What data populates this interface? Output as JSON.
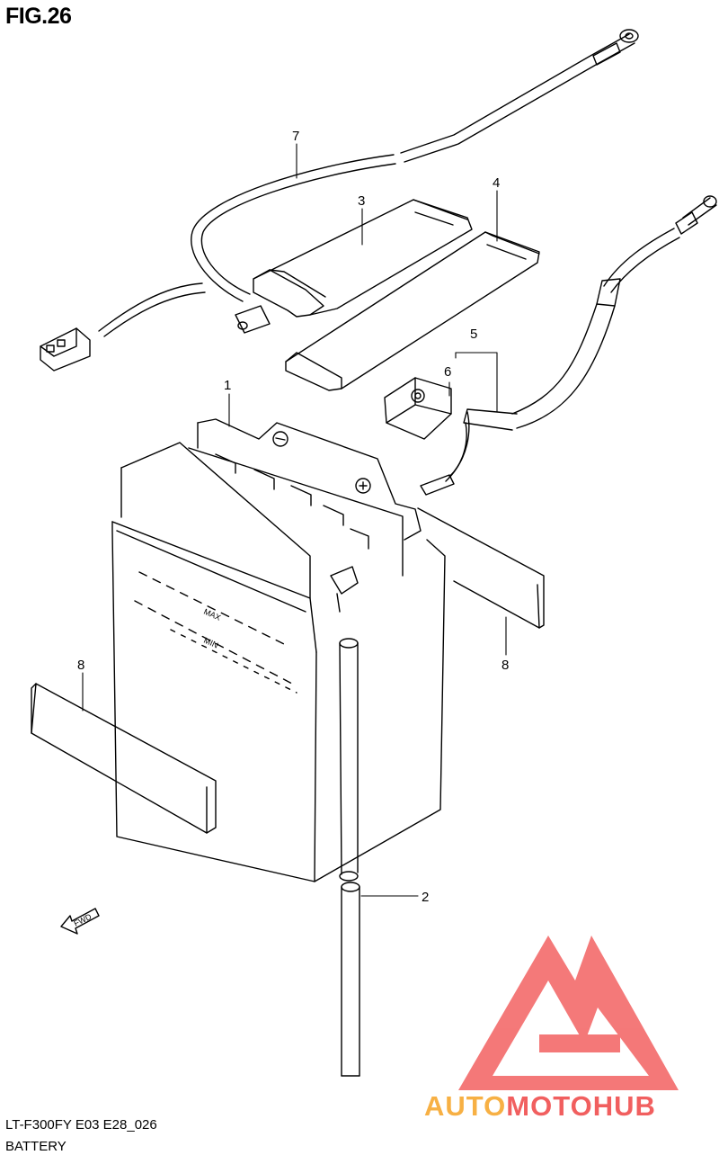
{
  "header": {
    "figure_title": "FIG.26"
  },
  "footer": {
    "model_code": "LT-F300FY E03 E28_026",
    "section_name": "BATTERY"
  },
  "battery": {
    "max_label": "MAX",
    "min_label": "MIN"
  },
  "fwd_label": "FWD",
  "callouts": [
    {
      "label": "1",
      "part": "battery"
    },
    {
      "label": "2",
      "part": "breather-tube"
    },
    {
      "label": "3",
      "part": "battery-strap"
    },
    {
      "label": "4",
      "part": "battery-strap"
    },
    {
      "label": "5",
      "part": "positive-lead"
    },
    {
      "label": "6",
      "part": "terminal-cover"
    },
    {
      "label": "7",
      "part": "negative-lead"
    },
    {
      "label": "8",
      "part": "battery-pad"
    },
    {
      "label": "8",
      "part": "battery-pad"
    }
  ],
  "watermark": {
    "brand_part1": "AUTO",
    "brand_part2": "MOTO",
    "brand_part3": "HUB",
    "color_main": "#f04e4e",
    "color_accent": "#f7a830"
  }
}
